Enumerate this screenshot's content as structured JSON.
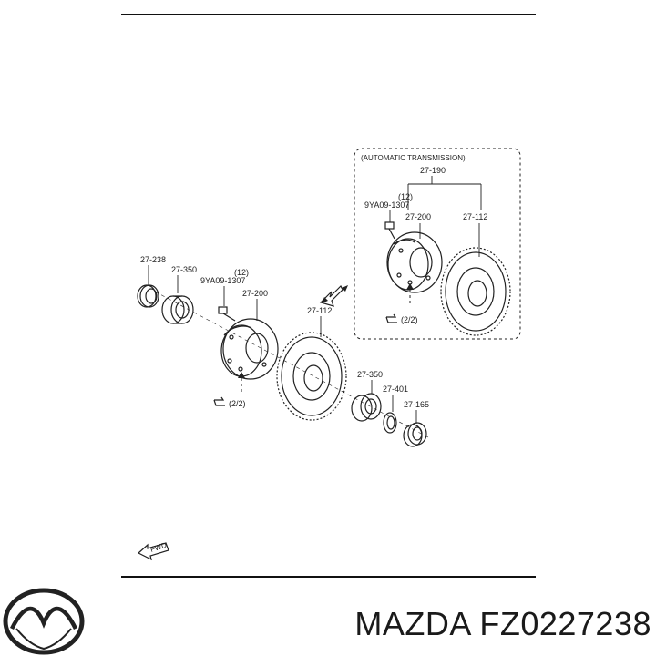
{
  "diagram": {
    "labels": {
      "p27238": "27-238",
      "p27350_left": "27-350",
      "bolt_left": "9YA09-1307",
      "bolt_left_qty": "(12)",
      "p27200_left": "27-200",
      "p27112_main": "27-112",
      "ref_left": "(2/2)",
      "p27350_right": "27-350",
      "p27401": "27-401",
      "p27165": "27-165",
      "at_title": "(AUTOMATIC TRANSMISSION)",
      "at_p27190": "27-190",
      "at_bolt_qty": "(12)",
      "at_bolt": "9YA09-1307",
      "at_p27200": "27-200",
      "at_p27112": "27-112",
      "at_ref": "(2/2)",
      "fwd": "FWD"
    }
  },
  "footer": {
    "brand_text": "MAZDA FZ0227238",
    "logo_icon": "mazda-logo-icon"
  }
}
